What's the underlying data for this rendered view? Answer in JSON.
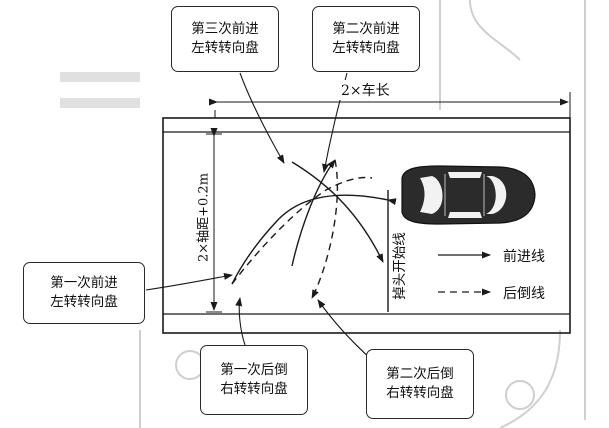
{
  "callouts": {
    "third_forward": [
      "第三次前进",
      "左转转向盘"
    ],
    "second_forward": [
      "第二次前进",
      "左转转向盘"
    ],
    "first_forward": [
      "第一次前进",
      "左转转向盘"
    ],
    "first_reverse": [
      "第一次后倒",
      "右转转向盘"
    ],
    "second_reverse": [
      "第二次后倒",
      "右转转向盘"
    ]
  },
  "dimensions": {
    "length": "2×车长",
    "width": "2×轴距+0.2m"
  },
  "start_line_label": "掉头开始线",
  "legend": {
    "forward": "前进线",
    "reverse": "后倒线"
  },
  "colors": {
    "ink": "#1a1a1a",
    "car_body": "#2b2b2b",
    "faded_background": "#c9c9c9"
  }
}
